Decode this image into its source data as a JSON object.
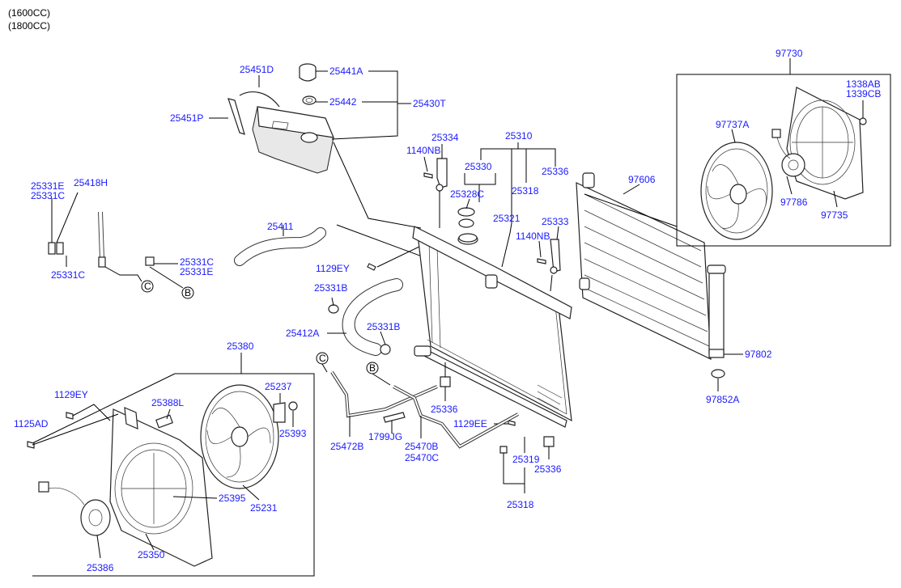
{
  "header": {
    "variants": [
      "(1600CC)",
      "(1800CC)"
    ]
  },
  "labels": {
    "p25451D": "25451D",
    "p25441A": "25441A",
    "p25442": "25442",
    "p25430T": "25430T",
    "p25451P": "25451P",
    "p25331E_a": "25331E",
    "p25331C_a": "25331C",
    "p25418H": "25418H",
    "p25331C_b": "25331C",
    "p25331C_c": "25331C",
    "p25331E_b": "25331E",
    "p25411": "25411",
    "p1129EY_a": "1129EY",
    "p25331B_a": "25331B",
    "p25412A": "25412A",
    "p25331B_b": "25331B",
    "p25334": "25334",
    "p1140NB_a": "1140NB",
    "p25310": "25310",
    "p25330": "25330",
    "p25328C": "25328C",
    "p25318_a": "25318",
    "p25336_a": "25336",
    "p25321": "25321",
    "p25333": "25333",
    "p1140NB_b": "1140NB",
    "p25336_b": "25336",
    "p1129EE": "1129EE",
    "p25319": "25319",
    "p25336_c": "25336",
    "p25318_b": "25318",
    "p25472B": "25472B",
    "p1799JG": "1799JG",
    "p25470B": "25470B",
    "p25470C": "25470C",
    "p25380": "25380",
    "p1129EY_b": "1129EY",
    "p1125AD": "1125AD",
    "p25388L": "25388L",
    "p25237": "25237",
    "p25393": "25393",
    "p25395": "25395",
    "p25231": "25231",
    "p25386": "25386",
    "p25350": "25350",
    "p97730": "97730",
    "p1338AB": "1338AB",
    "p1339CB": "1339CB",
    "p97737A": "97737A",
    "p97786": "97786",
    "p97735": "97735",
    "p97606": "97606",
    "p97802": "97802",
    "p97852A": "97852A"
  },
  "callouts": {
    "c1": "C",
    "b1": "B",
    "c2": "C",
    "b2": "B"
  }
}
